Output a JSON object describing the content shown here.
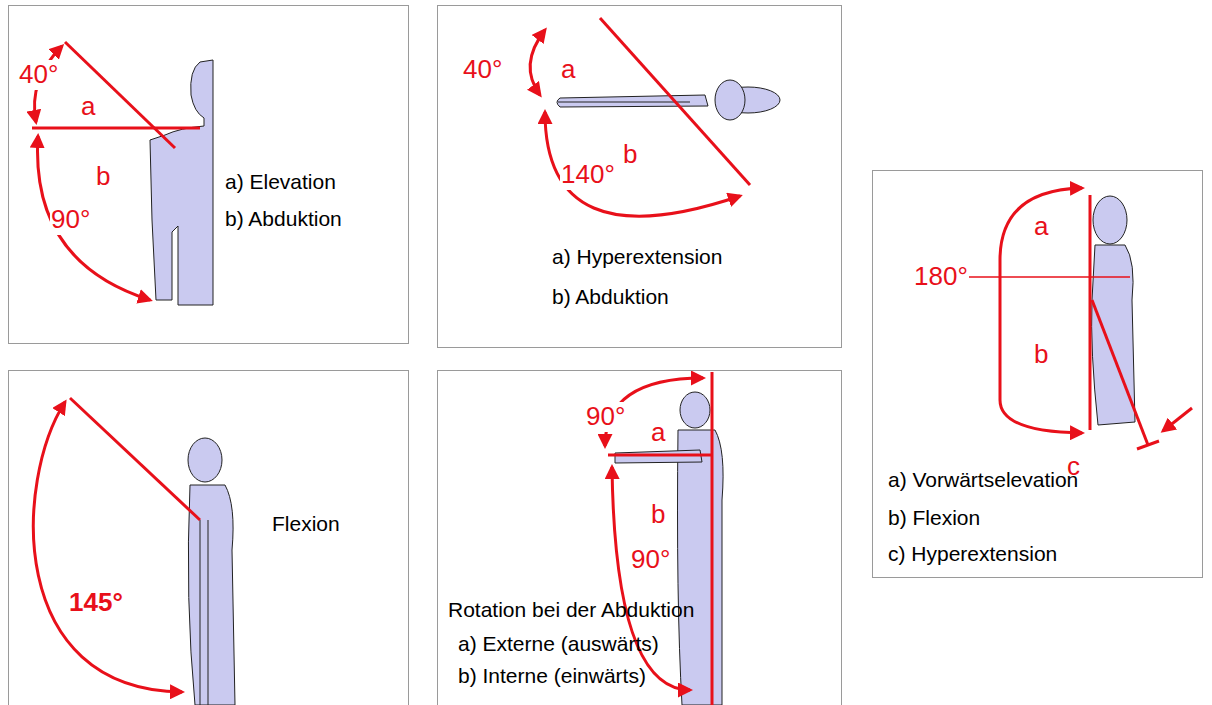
{
  "diagram": {
    "nodes": [
      {
        "text": [
          "40°",
          "a",
          "b",
          "90°",
          "a) Elevation",
          "b) Abduktion"
        ]
      },
      {
        "text": [
          "40°",
          "a",
          "140°",
          "b",
          "a) Hyperextension",
          "b) Abduktion"
        ]
      },
      {
        "text": [
          "a",
          "180°",
          "b",
          "c",
          "a) Vorwärtselevation",
          "b) Flexion",
          "c) Hyperextension"
        ]
      },
      {
        "text": [
          "145°",
          "Flexion"
        ]
      },
      {
        "text": [
          "90°",
          "a",
          "b",
          "90°",
          "Rotation bei der Abduktion",
          "a) Externe (auswärts)",
          "b) Interne (einwärts)"
        ]
      }
    ]
  }
}
